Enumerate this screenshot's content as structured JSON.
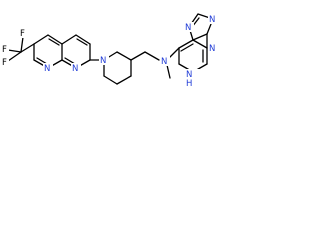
{
  "structure": {
    "atoms": {
      "f1": "F",
      "f2": "F",
      "f3": "F",
      "n_naph_a": "N",
      "n_naph_b": "N",
      "n_pip": "N",
      "n_me": "N",
      "n_pur_1": "N",
      "n_pur_2": "N",
      "n_pur_3": "N",
      "nh_pur": "N",
      "h_pur": "H"
    },
    "colors": {
      "bond": "#000000",
      "nitrogen": "#1f3bd6",
      "other": "#000000"
    }
  }
}
